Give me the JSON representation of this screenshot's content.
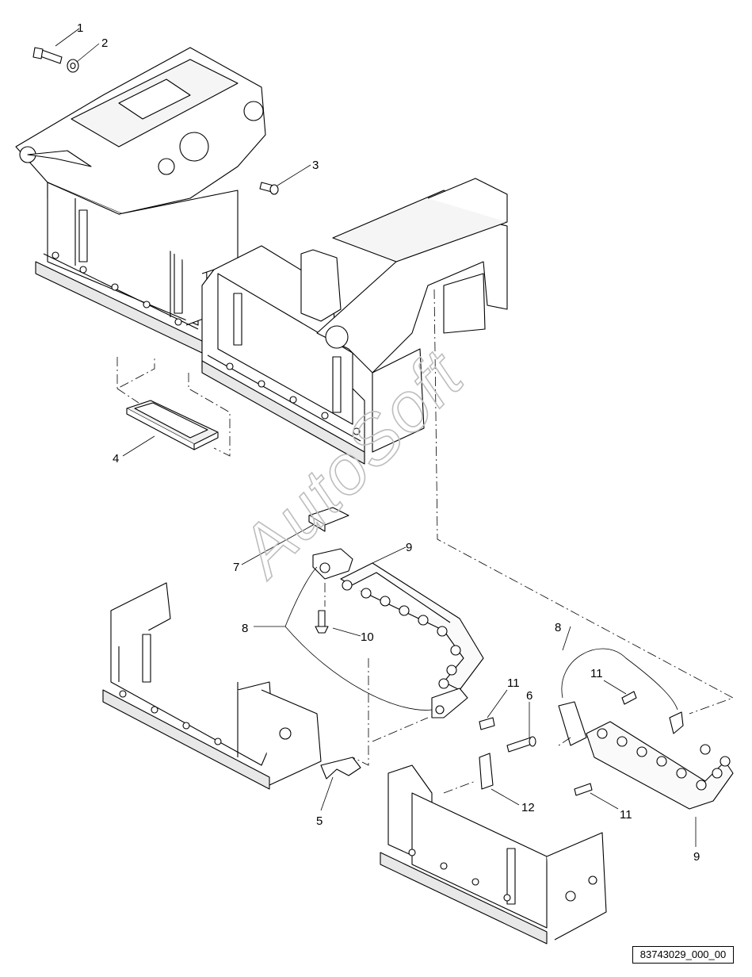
{
  "diagram": {
    "watermark": "AutoSoft",
    "reference_code": "83743029_000_00",
    "callouts": [
      "1",
      "2",
      "3",
      "4",
      "5",
      "6",
      "7",
      "8",
      "8",
      "9",
      "9",
      "10",
      "11",
      "11",
      "11",
      "12"
    ]
  }
}
